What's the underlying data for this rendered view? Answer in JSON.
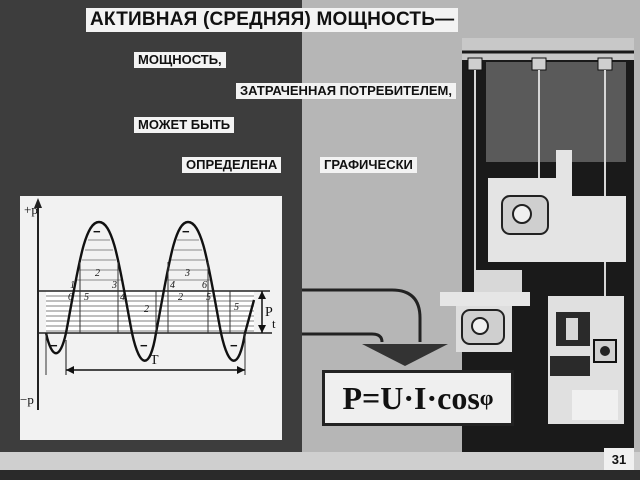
{
  "slide": {
    "title": "АКТИВНАЯ (СРЕДНЯЯ) МОЩНОСТЬ—",
    "lines": [
      "МОЩНОСТЬ,",
      "ЗАТРАЧЕННАЯ ПОТРЕБИТЕЛЕМ,",
      "МОЖЕТ БЫТЬ",
      "ОПРЕДЕЛЕНА",
      "ГРАФИЧЕСКИ"
    ],
    "page_number": "31"
  },
  "graph": {
    "axis_top_label": "+p",
    "axis_bottom_label": "−p",
    "t_label": "t",
    "period_label": "T",
    "p_label": "P",
    "area_labels": [
      "1",
      "2",
      "3",
      "4",
      "5",
      "6",
      "2",
      "3",
      "4",
      "5",
      "6",
      "2",
      "5"
    ],
    "minus_signs": [
      "−",
      "−",
      "−",
      "−",
      "−"
    ]
  },
  "formula": {
    "main": "P=U·I·cos",
    "phi": "φ"
  },
  "colors": {
    "left_panel": "#3d3d3d",
    "right_panel": "#b8b8b8",
    "label_bg": "#f3f3f3",
    "dark": "#111111"
  },
  "icons": [
    "motor-icon",
    "motor-icon",
    "outlet-icon",
    "ceiling-rail-icon"
  ]
}
